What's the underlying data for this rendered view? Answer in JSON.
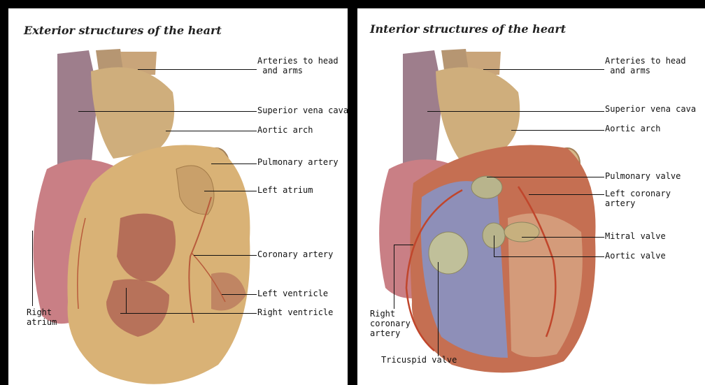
{
  "left_panel": {
    "title": "Exterior structures of the heart",
    "labels": {
      "arteries": "Arteries to head\n and arms",
      "svc": "Superior vena cava",
      "aortic_arch": "Aortic arch",
      "pulmonary_artery": "Pulmonary artery",
      "left_atrium": "Left atrium",
      "coronary_artery": "Coronary artery",
      "left_ventricle": "Left ventricle",
      "right_ventricle": "Right ventricle",
      "right_atrium": "Right\natrium"
    }
  },
  "right_panel": {
    "title": "Interior structures of the heart",
    "labels": {
      "arteries": "Arteries to head\n and arms",
      "svc": "Superior vena cava",
      "aortic_arch": "Aortic arch",
      "pulmonary_valve": "Pulmonary valve",
      "left_coronary": "Left coronary\nartery",
      "mitral_valve": "Mitral valve",
      "aortic_valve": "Aortic valve",
      "right_coronary": "Right\ncoronary\nartery",
      "tricuspid_valve": "Tricuspid valve"
    }
  },
  "colors": {
    "vessel": "#9e7e8c",
    "aorta": "#cfae7c",
    "muscle": "#d9b276",
    "bruise": "#a8574f",
    "atrium": "#c97f85",
    "interior": "#8e8fb8",
    "vein_red": "#c0462c"
  }
}
